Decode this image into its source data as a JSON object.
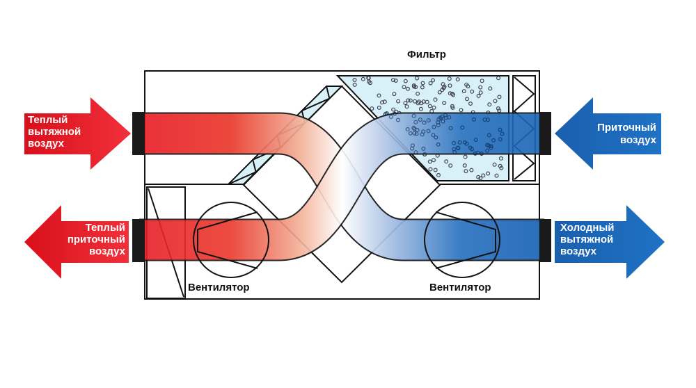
{
  "labels": {
    "filter": "Фильтр",
    "fan_left": "Вентилятор",
    "fan_right": "Вентилятор"
  },
  "arrows": {
    "warm_exhaust_in": [
      "Теплый",
      "вытяжной",
      "воздух"
    ],
    "warm_supply_out": [
      "Теплый",
      "приточный",
      "воздух"
    ],
    "supply_in": [
      "Приточный",
      "воздух"
    ],
    "cold_exhaust_out": [
      "Холодный",
      "вытяжной",
      "воздух"
    ]
  },
  "colors": {
    "warm": "#e8202a",
    "cold": "#1a64b4",
    "filter": "#d8f0f8"
  }
}
